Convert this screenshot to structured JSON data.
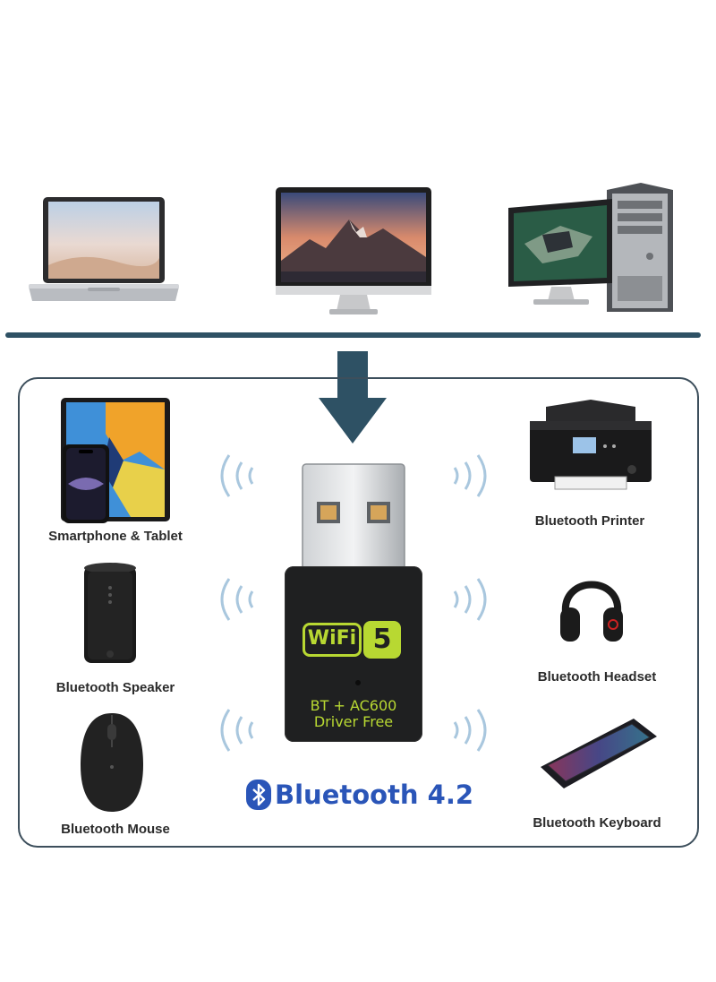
{
  "hosts": {
    "laptop_icon": "laptop-icon",
    "monitor_icon": "monitor-icon",
    "desktop_icon": "desktop-pc-icon"
  },
  "product": {
    "wifi_badge_text": "WiFi",
    "wifi_generation": "5",
    "spec_line1": "BT + AC600",
    "spec_line2": "Driver Free",
    "bluetooth_label": "Bluetooth 4.2",
    "accent_color": "#b8d832",
    "bluetooth_color": "#2a55b8"
  },
  "devices": {
    "smartphone_tablet": "Smartphone & Tablet",
    "speaker": "Bluetooth Speaker",
    "mouse": "Bluetooth Mouse",
    "printer": "Bluetooth Printer",
    "headset": "Bluetooth Headset",
    "keyboard": "Bluetooth Keyboard"
  },
  "colors": {
    "divider": "#2e5164",
    "arrow": "#2e5164",
    "signal_waves": "#a9c7de"
  }
}
